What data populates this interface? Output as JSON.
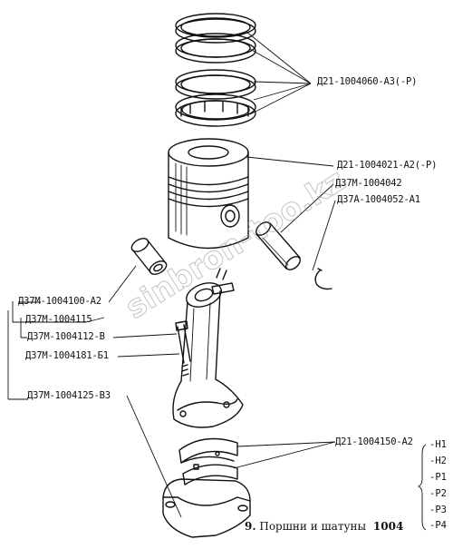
{
  "labels": {
    "rings": "Д21-1004060-А3(-Р)",
    "piston": "Д21-1004021-А2(-Р)",
    "pin": "Д37М-1004042",
    "retainer": "Д37А-1004052-А1",
    "bushing": "Д37М-1004100-А2",
    "rod_assy": "Д37М-1004115",
    "bolt": "Д37М-1004112-В",
    "nut": "Д37М-1004181-Б1",
    "cap": "Д37М-1004125-В3",
    "bearing": "Д21-1004150-А2"
  },
  "suffixes": [
    "-Н1",
    "-Н2",
    "-Р1",
    "-Р2",
    "-Р3",
    "-Р4"
  ],
  "caption": {
    "number": "9.",
    "title": "Поршни и шатуны",
    "code": "1004"
  },
  "watermark": "sinbron-too.kz"
}
